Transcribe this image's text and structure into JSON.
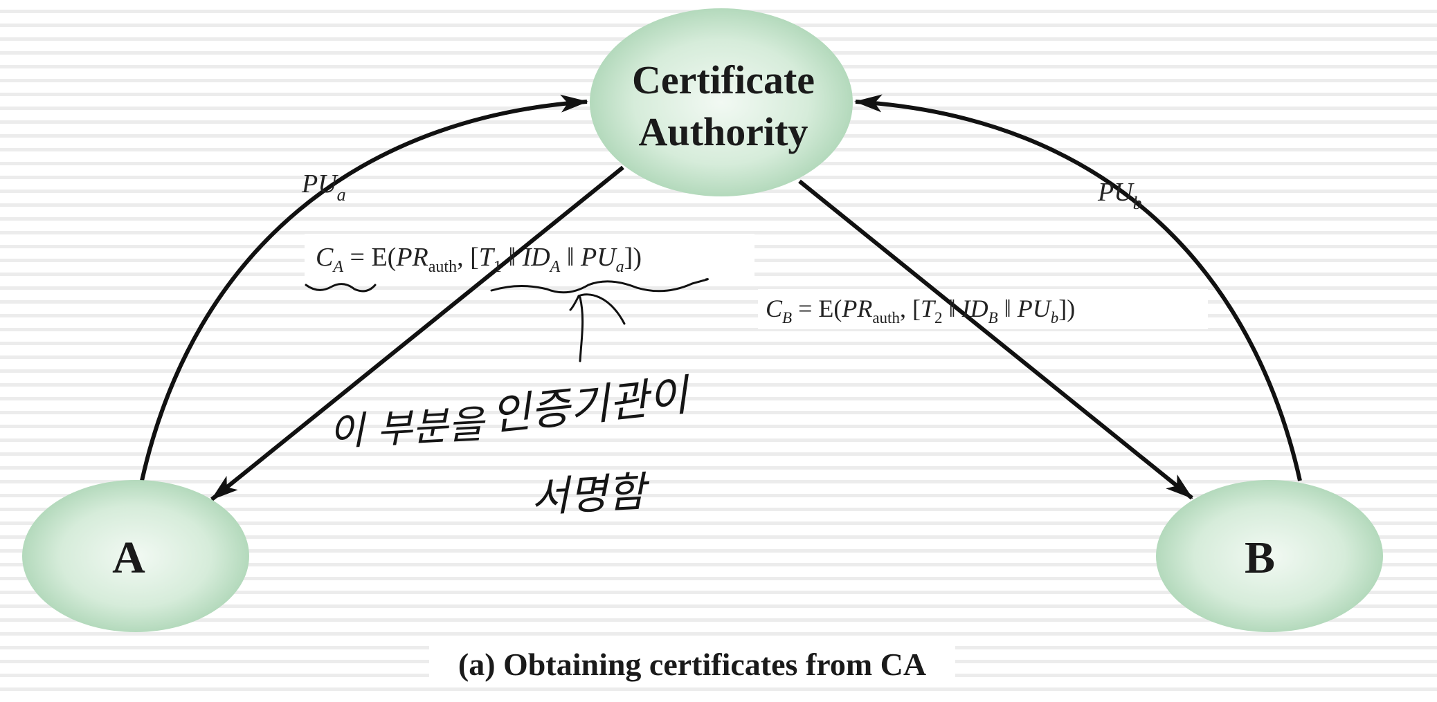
{
  "nodes": {
    "ca": {
      "line1": "Certificate",
      "line2": "Authority"
    },
    "a": {
      "label": "A"
    },
    "b": {
      "label": "B"
    }
  },
  "edges": {
    "pu_a": {
      "base": "PU",
      "sub": "a"
    },
    "pu_b": {
      "base": "PU",
      "sub": "b"
    }
  },
  "certificates": {
    "ca_cert": {
      "c": "C",
      "c_sub": "A",
      "eq": " = E(",
      "pr": "PR",
      "pr_sub": "auth",
      "open": ", [",
      "t": "T",
      "t_sub": "1",
      "sep1": " ‖ ",
      "id": "ID",
      "id_sub": "A",
      "sep2": " ‖ ",
      "pu": "PU",
      "pu_sub": "a",
      "close": "])"
    },
    "cb_cert": {
      "c": "C",
      "c_sub": "B",
      "eq": " = E(",
      "pr": "PR",
      "pr_sub": "auth",
      "open": ", [",
      "t": "T",
      "t_sub": "2",
      "sep1": " ‖ ",
      "id": "ID",
      "id_sub": "B",
      "sep2": " ‖ ",
      "pu": "PU",
      "pu_sub": "b",
      "close": "])"
    }
  },
  "handwritten_note": {
    "line1a": "이 부분을",
    "line1b": "인증기관이",
    "line2": "서명함"
  },
  "caption": "(a) Obtaining certificates from CA",
  "colors": {
    "background": "#ffffff",
    "stripe": "#ececec",
    "node_light": "#f2f9f3",
    "node_mid": "#cfe8d3",
    "node_dark": "#9fceaa",
    "arrow": "#111111",
    "ink": "#111111"
  }
}
